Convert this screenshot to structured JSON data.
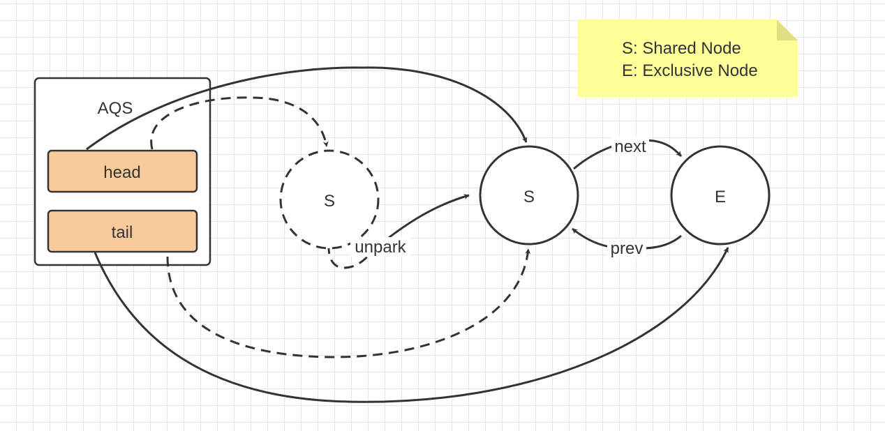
{
  "legend": {
    "line1": "S: Shared Node",
    "line2": "E: Exclusive Node"
  },
  "aqs": {
    "title": "AQS",
    "head_label": "head",
    "tail_label": "tail"
  },
  "nodes": {
    "old_shared": "S",
    "shared": "S",
    "exclusive": "E"
  },
  "edges": {
    "unpark": "unpark",
    "next": "next",
    "prev": "prev"
  },
  "colors": {
    "field_fill": "#f9cb9c",
    "legend_fill": "#ffff99",
    "stroke": "#333333"
  }
}
